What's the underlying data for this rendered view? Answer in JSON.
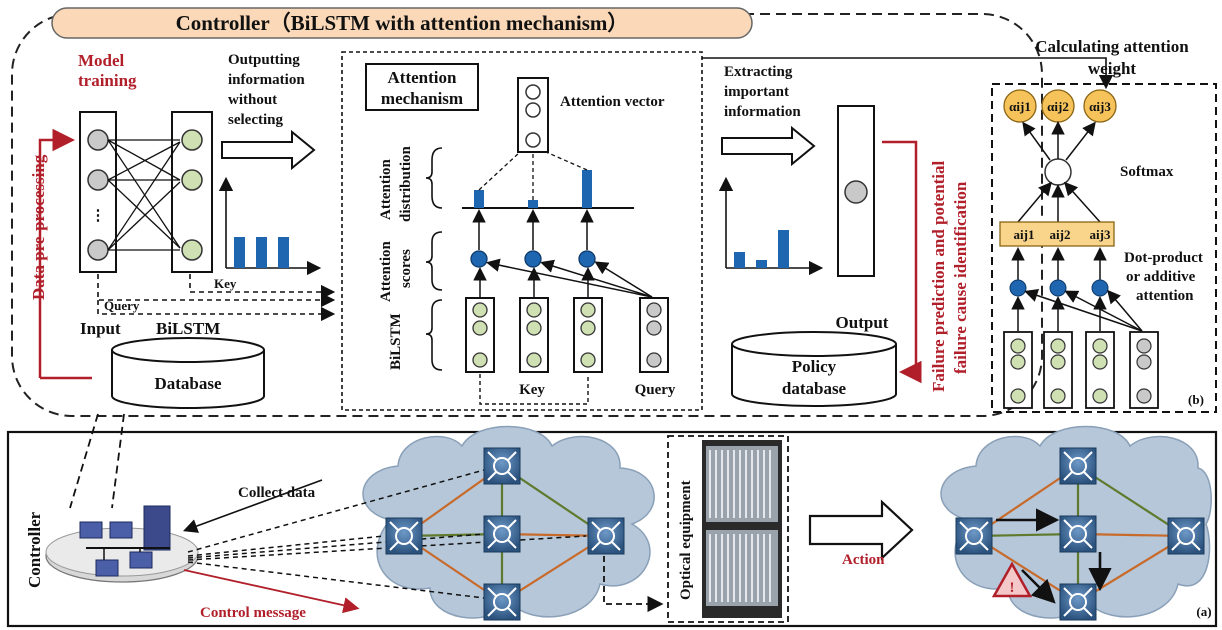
{
  "top_panel": {
    "banner_title": "Controller（BiLSTM with attention mechanism）",
    "model_training": [
      "Model",
      "training"
    ],
    "data_preprocessing": "Data pre-processing",
    "outputting_info": [
      "Outputting",
      "information",
      "without",
      "selecting"
    ],
    "query_label": "Query",
    "key_label": "Key",
    "input_label": "Input",
    "bilstm_label": "BiLSTM",
    "database_label": "Database",
    "attention_box_title": [
      "Attention",
      "mechanism"
    ],
    "attention_vector": "Attention vector",
    "attention_distribution": [
      "Attention",
      "distribution"
    ],
    "attention_scores": [
      "Attention",
      "scores"
    ],
    "bilstm_side": "BiLSTM",
    "key_bottom": "Key",
    "query_bottom": "Query",
    "extracting_info": [
      "Extracting",
      "important",
      "information"
    ],
    "output_label": "Output",
    "policy_database": [
      "Policy",
      "database"
    ],
    "failure_text": [
      "Failure prediction and potential",
      "failure cause identification"
    ]
  },
  "panel_b": {
    "heading": [
      "Calculating attention",
      "weight"
    ],
    "alphas": [
      "αij1",
      "αij2",
      "αij3"
    ],
    "softmax": "Softmax",
    "a_terms": [
      "aij1",
      "aij2",
      "aij3"
    ],
    "dot_product": [
      "Dot-product",
      "or additive",
      "attention"
    ],
    "panel_tag": "(b)"
  },
  "panel_a": {
    "controller": "Controller",
    "collect_data": "Collect data",
    "control_message": "Control message",
    "optical_equipment": "Optical equipment",
    "action": "Action",
    "panel_tag": "(a)"
  },
  "colors": {
    "banner_fill": "#fbd9b8",
    "accent_red": "#b11f2a",
    "bar_blue": "#1f66b1",
    "node_green": "#cfe0b3",
    "node_gray": "#c9c9c9",
    "alpha_orange": "#f6c35a",
    "a_box": "#f8d58a",
    "switch_blue": "#3c6a9c",
    "cloud_blue": "#b5c7d9"
  }
}
